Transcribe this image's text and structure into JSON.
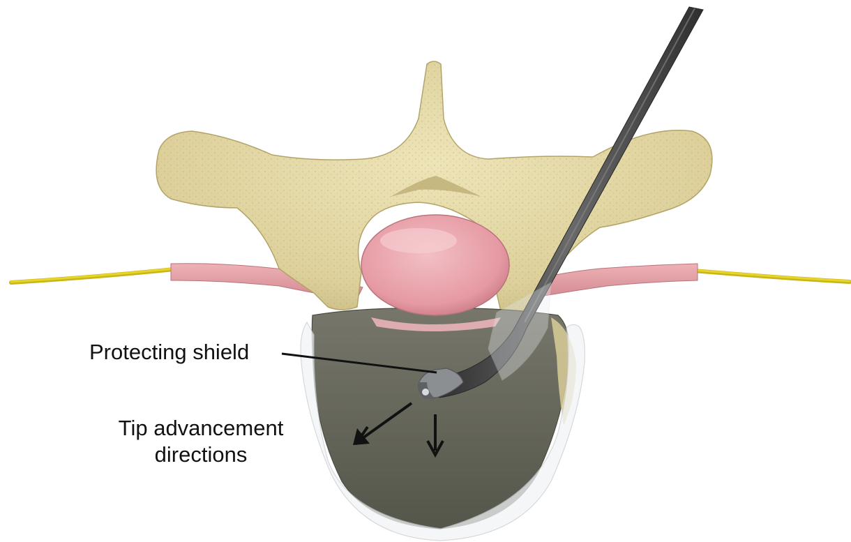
{
  "labels": {
    "protecting_shield": "Protecting shield",
    "tip_line1": "Tip advancement",
    "tip_line2": "directions"
  },
  "colors": {
    "bone": "#e3d9a6",
    "bone_shadow": "#c9bb7d",
    "disc": "#5e5e4e",
    "spinal_cord": "#e8a2aa",
    "nerve_root": "#dd9a9e",
    "nerve": "#d4c21a",
    "instrument": "#4b4b4b",
    "shield_glass": "#eef0f2",
    "annotation": "#111111"
  },
  "icons": {
    "arrows": "arrow-down-left-icon, arrow-down-icon"
  }
}
